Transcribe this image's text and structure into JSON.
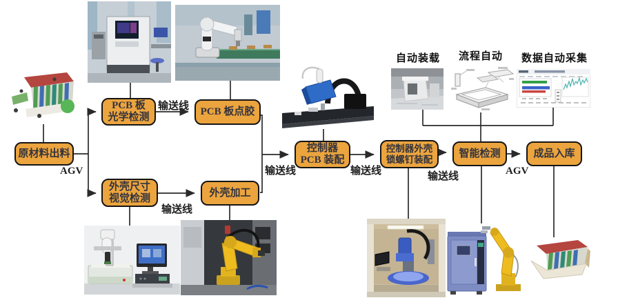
{
  "figure": {
    "background": "#ffffff",
    "colors": {
      "node_fill": "#eba43e",
      "node_border": "#151515",
      "node_text": "#33333d",
      "connector_line": "#2a2a2a",
      "label_text": "#1e1e1e"
    },
    "nodes": [
      {
        "id": "raw-material-output",
        "line1": "原材料出料",
        "line2": ""
      },
      {
        "id": "pcb-optical-inspection",
        "line1": "PCB 板",
        "line2": "光学检测"
      },
      {
        "id": "pcb-dispensing",
        "line1": "PCB 板点胶",
        "line2": ""
      },
      {
        "id": "shell-dimension-visual-inspection",
        "line1": "外壳尺寸",
        "line2": "视觉检测"
      },
      {
        "id": "shell-machining",
        "line1": "外壳加工",
        "line2": ""
      },
      {
        "id": "controller-pcb-assembly",
        "line1": "控制器",
        "line2": "PCB 装配"
      },
      {
        "id": "controller-shell-screw-assembly",
        "line1": "控制器外壳",
        "line2": "锁螺钉装配"
      },
      {
        "id": "intelligent-inspection",
        "line1": "智能检测",
        "line2": ""
      },
      {
        "id": "finished-product-warehousing",
        "line1": "成品入库",
        "line2": ""
      }
    ],
    "edge_labels": {
      "conveyor": "输送线",
      "agv": "AGV"
    },
    "feature_labels": [
      "自动装载",
      "流程自动",
      "数据自动采集"
    ],
    "photos": [
      "raw-material-rack-photo",
      "pcb-optical-inspection-machine-photo",
      "assembly-robot-arm-photo",
      "dispensing-robot-photo",
      "auto-loading-machine-photo",
      "process-automation-drawing",
      "data-collection-dashboard-photo",
      "visual-inspection-station-photo",
      "yellow-industrial-robot-photo",
      "screw-locking-cell-photo",
      "test-chamber-and-robot-photo",
      "finished-goods-rack-photo"
    ]
  }
}
